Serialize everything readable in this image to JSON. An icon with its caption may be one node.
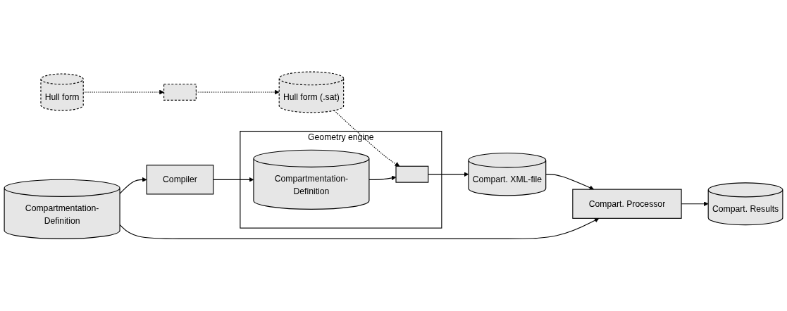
{
  "diagram": {
    "nodes": [
      {
        "text": [
          "Hull form"
        ]
      },
      {
        "text": [],
        "shape": "box"
      },
      {
        "text": [
          "Hull form (.sat)"
        ]
      },
      {
        "text": [
          "Compartmentation-Definition"
        ]
      },
      {
        "text": [
          "Compiler"
        ]
      },
      {
        "text": [
          "Geometry engine"
        ]
      },
      {
        "text": [
          "Compartmentation-Definition"
        ],
        "in": 5
      },
      {
        "text": [],
        "shape": "box",
        "in": 5
      },
      {
        "text": [
          "Compart. XML-file"
        ]
      },
      {
        "text": [
          "Compart. Processor"
        ]
      },
      {
        "text": [
          "Compart. Results"
        ]
      }
    ],
    "edges": [
      {
        "from": 0,
        "to": 1,
        "arrow": "to",
        "style": "dashed"
      },
      {
        "from": 1,
        "to": 2,
        "arrow": "to",
        "style": "dashed"
      },
      {
        "from": 2,
        "to": 7,
        "arrow": "to",
        "style": "dashed"
      },
      {
        "from": 3,
        "to": 4,
        "arrow": "to"
      },
      {
        "from": 4,
        "to": 6,
        "arrow": "to"
      },
      {
        "from": 6,
        "to": 7,
        "arrow": "to"
      },
      {
        "from": 7,
        "to": 8,
        "arrow": "to"
      },
      {
        "from": 8,
        "to": 9,
        "arrow": "to"
      },
      {
        "from": 3,
        "to": 9,
        "arrow": "to"
      },
      {
        "from": 9,
        "to": 10,
        "arrow": "to"
      }
    ]
  }
}
